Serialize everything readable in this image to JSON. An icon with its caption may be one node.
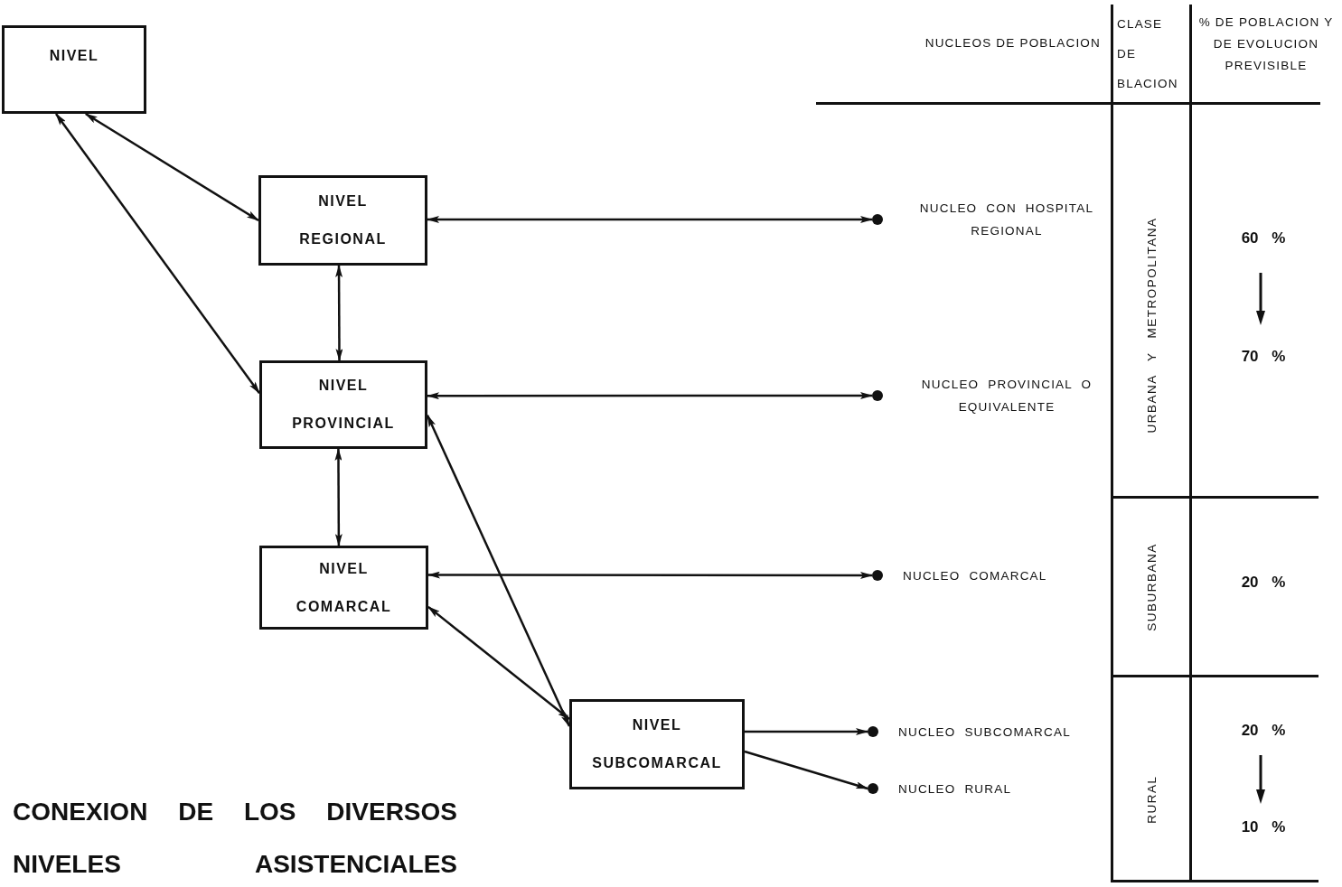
{
  "diagram": {
    "title": "CONEXION DE LOS DIVERSOS NIVELES ASISTENCIALES",
    "nodes": [
      {
        "text": [
          "NIVEL"
        ]
      },
      {
        "text": [
          "NIVEL REGIONAL"
        ]
      },
      {
        "text": [
          "NIVEL PROVINCIAL"
        ]
      },
      {
        "text": [
          "NIVEL COMARCAL"
        ]
      },
      {
        "text": [
          "NIVEL SUBCOMARCAL"
        ]
      },
      {
        "text": [],
        "shape": "circle",
        "beside": [
          "NUCLEO CON HOSPITAL REGIONAL"
        ]
      },
      {
        "text": [],
        "shape": "circle",
        "beside": [
          "NUCLEO PROVINCIAL O EQUIVALENTE"
        ]
      },
      {
        "text": [],
        "shape": "circle",
        "beside": [
          "NUCLEO COMARCAL"
        ]
      },
      {
        "text": [],
        "shape": "circle",
        "beside": [
          "NUCLEO SUBCOMARCAL"
        ]
      },
      {
        "text": [],
        "shape": "circle",
        "beside": [
          "NUCLEO RURAL"
        ]
      }
    ],
    "edges": [
      {
        "from": 0,
        "to": 1,
        "arrow": "both"
      },
      {
        "from": 0,
        "to": 2,
        "arrow": "both"
      },
      {
        "from": 1,
        "to": 2,
        "arrow": "both"
      },
      {
        "from": 2,
        "to": 3,
        "arrow": "both"
      },
      {
        "from": 2,
        "to": 4,
        "arrow": "both"
      },
      {
        "from": 3,
        "to": 4,
        "arrow": "both"
      },
      {
        "from": 1,
        "to": 5,
        "arrow": "both"
      },
      {
        "from": 2,
        "to": 6,
        "arrow": "both"
      },
      {
        "from": 3,
        "to": 7,
        "arrow": "both"
      },
      {
        "from": 4,
        "to": 8,
        "arrow": "to"
      },
      {
        "from": 4,
        "to": 9,
        "arrow": "to"
      }
    ],
    "labels": [
      "NUCLEOS DE POBLACION",
      "CLASE DE BLACION",
      "% DE POBLACION Y DE EVOLUCION PREVISIBLE",
      "URBANA Y METROPOLITANA",
      "60 %",
      "70 %",
      "SUBURBANA",
      "20 %",
      "RURAL",
      "20 %",
      "10 %"
    ]
  }
}
